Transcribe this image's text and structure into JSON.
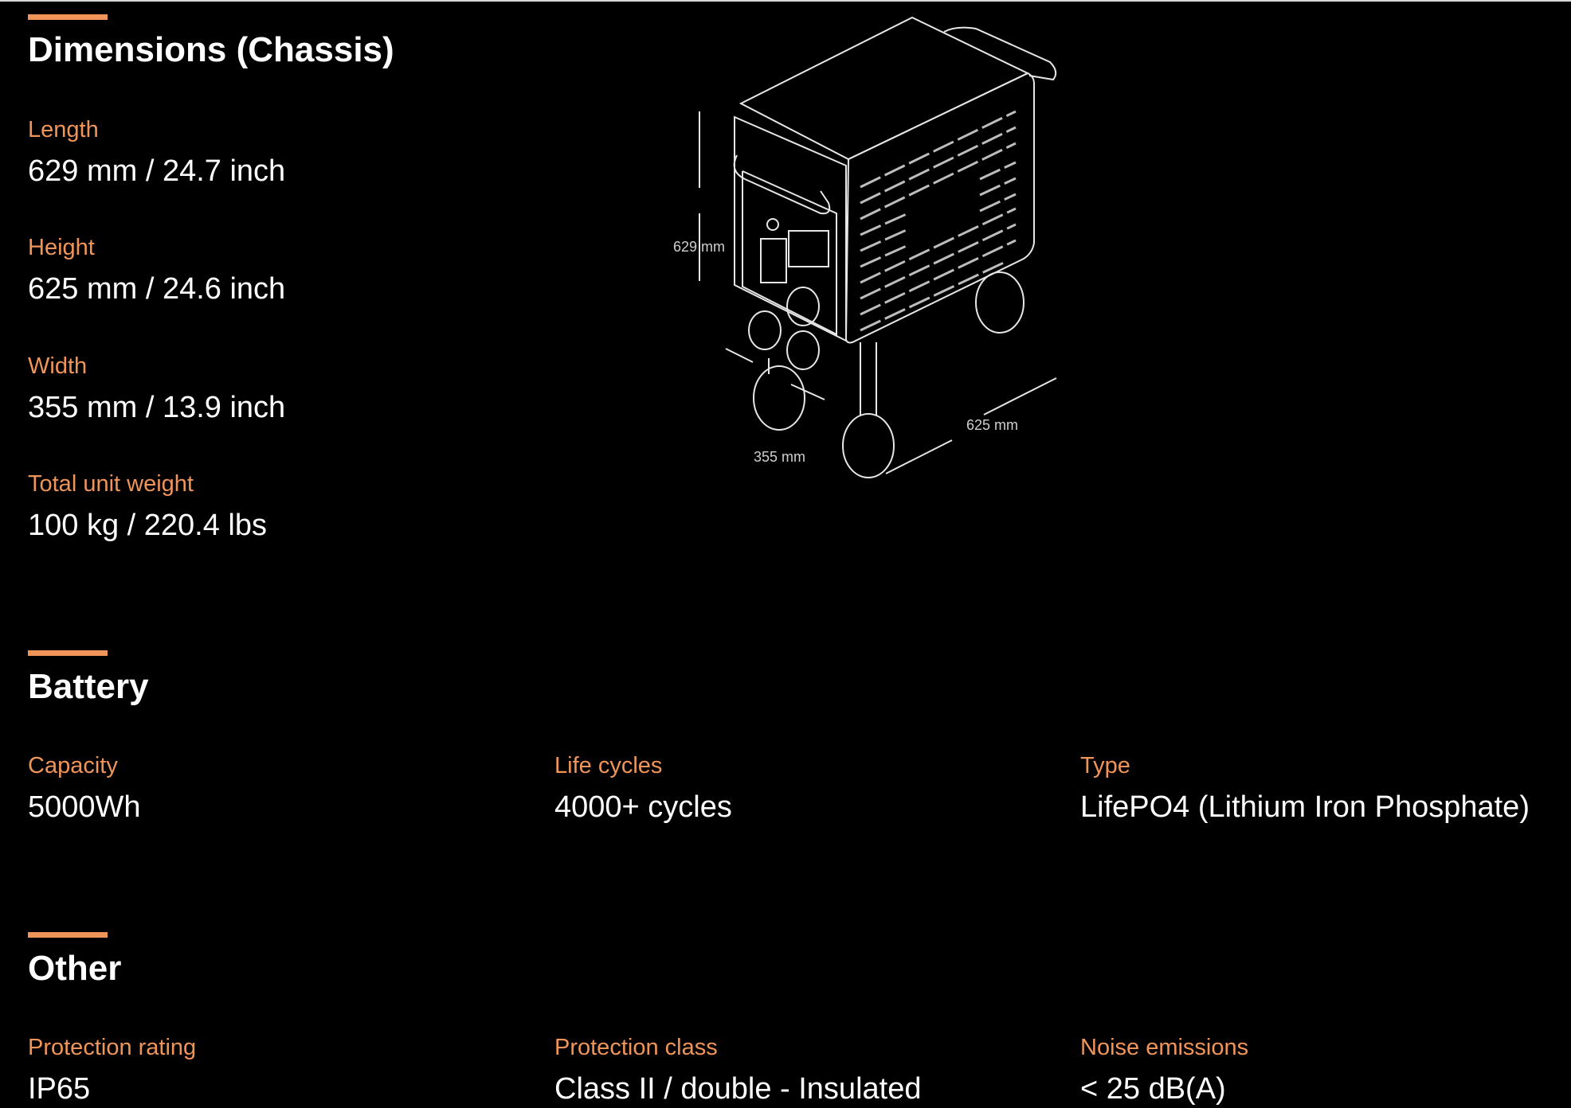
{
  "sections": {
    "dimensions": {
      "title": "Dimensions (Chassis)",
      "specs": [
        {
          "label": "Length",
          "value": "629 mm / 24.7 inch"
        },
        {
          "label": "Height",
          "value": "625 mm / 24.6 inch"
        },
        {
          "label": "Width",
          "value": "355 mm / 13.9 inch"
        },
        {
          "label": "Total unit weight",
          "value": "100 kg / 220.4 lbs"
        }
      ],
      "illustration": {
        "height_label": "629 mm",
        "width_label": "355 mm",
        "length_label": "625 mm"
      }
    },
    "battery": {
      "title": "Battery",
      "specs": [
        {
          "label": "Capacity",
          "value": "5000Wh"
        },
        {
          "label": "Life cycles",
          "value": "4000+ cycles"
        },
        {
          "label": "Type",
          "value": "LifePO4 (Lithium Iron Phosphate)"
        }
      ]
    },
    "other": {
      "title": "Other",
      "specs": [
        {
          "label": "Protection rating",
          "value": "IP65"
        },
        {
          "label": "Protection class",
          "value": "Class II / double - Insulated"
        },
        {
          "label": "Noise emissions",
          "value": "< 25 dB(A)"
        }
      ]
    }
  },
  "colors": {
    "accent": "#f0955a",
    "background": "#000000",
    "text": "#ffffff"
  }
}
